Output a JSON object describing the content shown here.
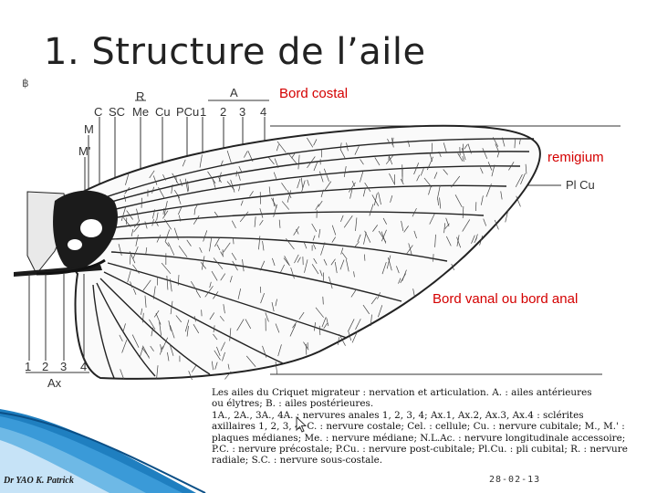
{
  "slide": {
    "bullet": "฿",
    "title": "1. Structure de l’aile"
  },
  "labels": {
    "bord_costal": "Bord costal",
    "remigium": "remigium",
    "bord_vanal": "Bord vanal ou bord anal"
  },
  "figure_letters": {
    "R": "R",
    "A": "A",
    "C": "C",
    "SC": "SC",
    "Me": "Me",
    "Cu": "Cu",
    "PCu": "PCu",
    "n1": "1",
    "n2": "2",
    "n3": "3",
    "n4": "4",
    "M": "M",
    "M_prime": "M'",
    "Pl_Cu": "Pl Cu",
    "b1": "1",
    "b2": "2",
    "b3": "3",
    "b4": "4",
    "Ax": "Ax"
  },
  "caption": {
    "lines": [
      "Les ailes du Criquet migrateur : nervation et articulation. A. : ailes antérieures",
      "ou élytres; B. : ailes postérieures.",
      "1A., 2A., 3A., 4A. : nervures anales 1, 2, 3, 4; Ax.1, Ax.2, Ax.3, Ax.4 : sclérites",
      "axillaires 1, 2, 3, 4; C. : nervure costale; Cel. : cellule; Cu. : nervure cubitale; M., M.' :",
      "plaques médianes; Me. : nervure médiane; N.L.Ac. : nervure longitudinale accessoire;",
      "P.C. : nervure précostale; P.Cu. : nervure post-cubitale; Pl.Cu. : pli cubital; R. : nervure",
      "radiale; S.C. : nervure sous-costale."
    ]
  },
  "footer": {
    "author": "Dr YAO K. Patrick",
    "date": "28-02-13"
  }
}
